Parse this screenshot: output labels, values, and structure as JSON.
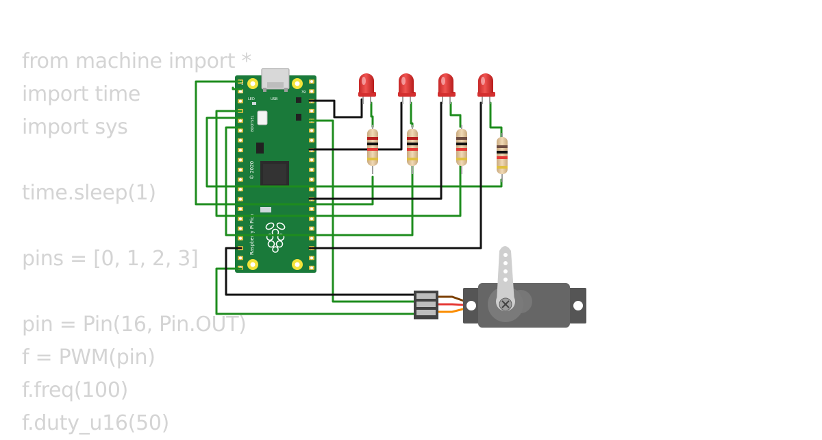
{
  "code_lines": [
    "from machine import *",
    "import time",
    "import sys",
    "",
    "time.sleep(1)",
    "",
    "pins = [0, 1, 2, 3]",
    "",
    "pin = Pin(16, Pin.OUT)",
    "f = PWM(pin)",
    "f.freq(100)",
    "f.duty_u16(50)"
  ],
  "board": {
    "led_label": "LED",
    "usb_label": "USB",
    "bootsel_label": "BOOTSEL",
    "year_label": "© 2020",
    "name_label": "Raspberry Pi Pico",
    "pin_label_1": "1",
    "pin_label_2": "2",
    "pin_label_39": "39"
  },
  "colors": {
    "code_text": "#d4d4d4",
    "pcb_green": "#1a7a3a",
    "wire_green": "#1e8c1e",
    "wire_black": "#111111",
    "led_red": "#e53935",
    "servo_gray": "#666666"
  },
  "components": {
    "led_count": 4,
    "resistor_count": 4,
    "servo_count": 1
  }
}
